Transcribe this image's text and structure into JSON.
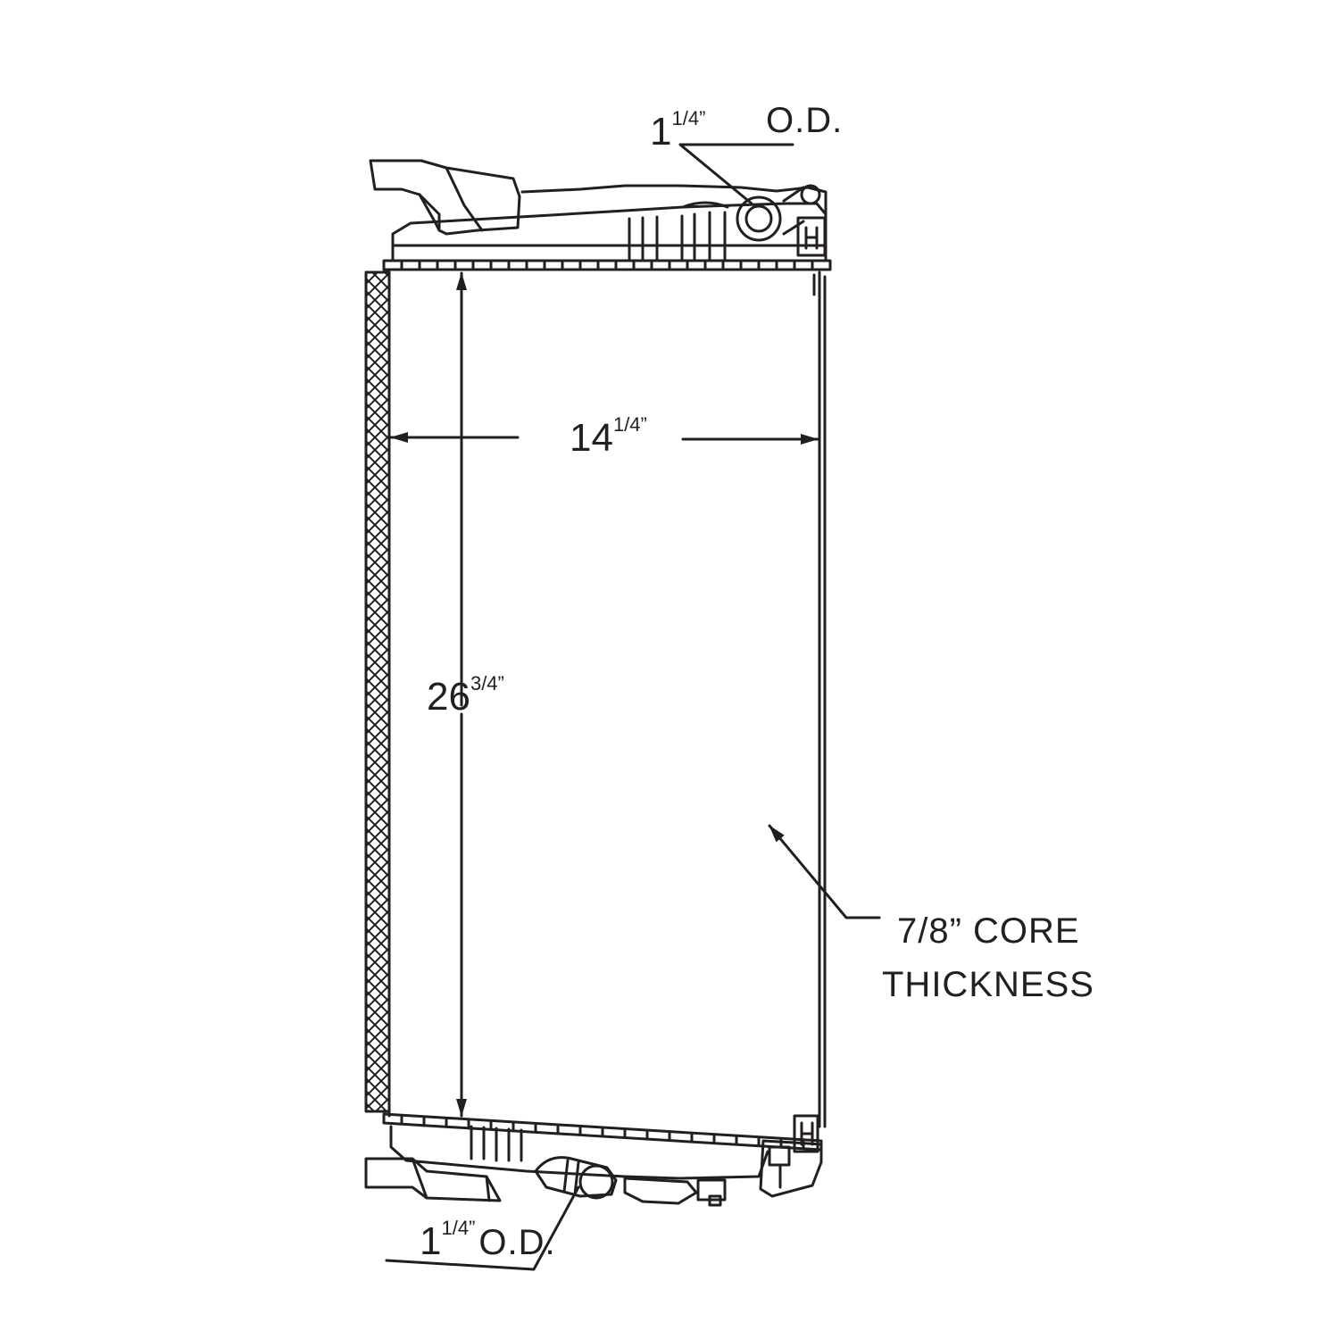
{
  "dimensions": {
    "top_outlet": {
      "whole": "1",
      "fraction": "1/4”",
      "suffix": "O.D."
    },
    "width": {
      "whole": "14",
      "fraction": "1/4”"
    },
    "height": {
      "whole": "26",
      "fraction": "3/4”"
    },
    "core_thickness": {
      "line1": "7/8” CORE",
      "line2": "THICKNESS"
    },
    "bottom_outlet": {
      "whole": "1",
      "fraction": "1/4”",
      "suffix": "O.D."
    }
  },
  "colors": {
    "ink": "#231f20",
    "background": "#ffffff"
  }
}
